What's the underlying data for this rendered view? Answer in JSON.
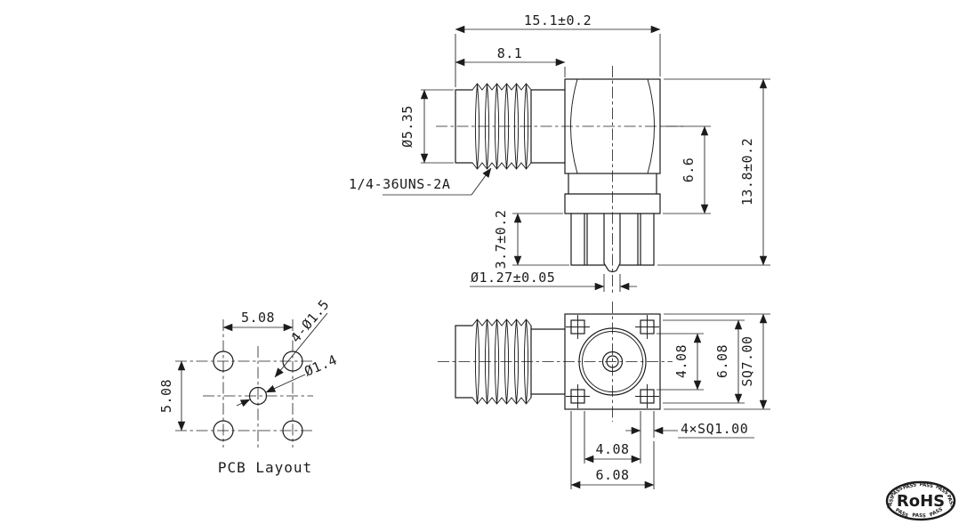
{
  "side_view": {
    "dim_total_length": "15.1±0.2",
    "dim_thread_length": "8.1",
    "dim_thread_diameter": "Ø5.35",
    "thread_spec": "1/4-36UNS-2A",
    "dim_center_height": "6.6",
    "dim_overall_height": "13.8±0.2",
    "dim_leg_length": "3.7±0.2",
    "dim_pin_diameter": "Ø1.27±0.05"
  },
  "pcb_layout": {
    "caption": "PCB Layout",
    "dim_hole_pitch_x": "5.08",
    "dim_hole_pitch_y": "5.08",
    "label_corner_holes": "4-Ø1.5",
    "label_center_hole": "Ø1.4"
  },
  "bottom_view": {
    "dim_legs_inner_v": "4.08",
    "dim_legs_outer_v": "6.08",
    "dim_body_square": "SQ7.00",
    "label_legs": "4×SQ1.00",
    "dim_legs_inner_h": "4.08",
    "dim_legs_outer_h": "6.08"
  },
  "rohs_stamp": {
    "label": "RoHS",
    "ring_text": "PASS"
  },
  "colors": {
    "line": "#1c1c1c",
    "background": "#ffffff"
  }
}
